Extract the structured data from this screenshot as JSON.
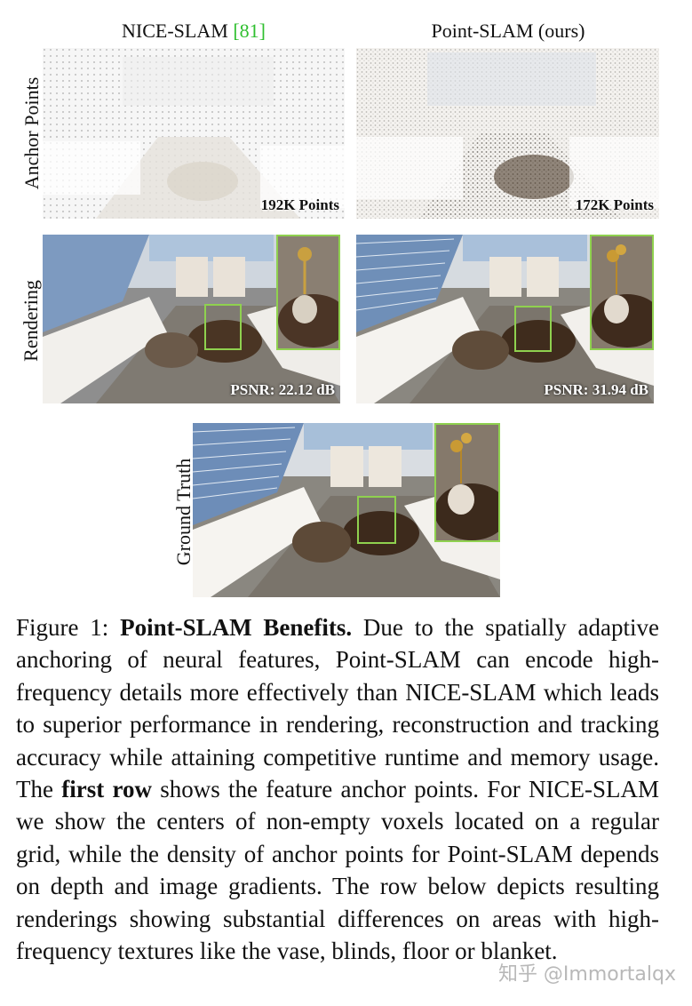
{
  "columns": {
    "left_title": "NICE-SLAM ",
    "left_ref": "[81]",
    "right_title": "Point-SLAM (ours)"
  },
  "rows": {
    "anchor": "Anchor Points",
    "rendering": "Rendering",
    "ground_truth": "Ground Truth"
  },
  "panels": {
    "nice_anchor_label": "192K Points",
    "point_anchor_label": "172K Points",
    "nice_render_label": "PSNR: 22.12 dB",
    "point_render_label": "PSNR: 31.94 dB"
  },
  "caption": {
    "prefix": "Figure 1: ",
    "title": "Point-SLAM Benefits.",
    "part1": " Due to the spatially adaptive anchoring of neural features, Point-SLAM can encode high-frequency details more effectively than NICE-SLAM which leads to superior performance in rendering, reconstruction and tracking accuracy while attaining competitive runtime and memory usage.  The ",
    "bold2": "first row",
    "part2": " shows the feature anchor points.  For NICE-SLAM we show the centers of non-empty voxels located on a regular grid, while the density of anchor points for Point-SLAM depends on depth and image gradients.  The row below depicts resulting renderings showing substantial differences on areas with high-frequency textures like the vase, blinds, floor or blanket."
  },
  "watermark": "知乎 @Immortalqx",
  "colors": {
    "ref_link": "#2fbf2f",
    "inset_border": "#8fd14f"
  }
}
